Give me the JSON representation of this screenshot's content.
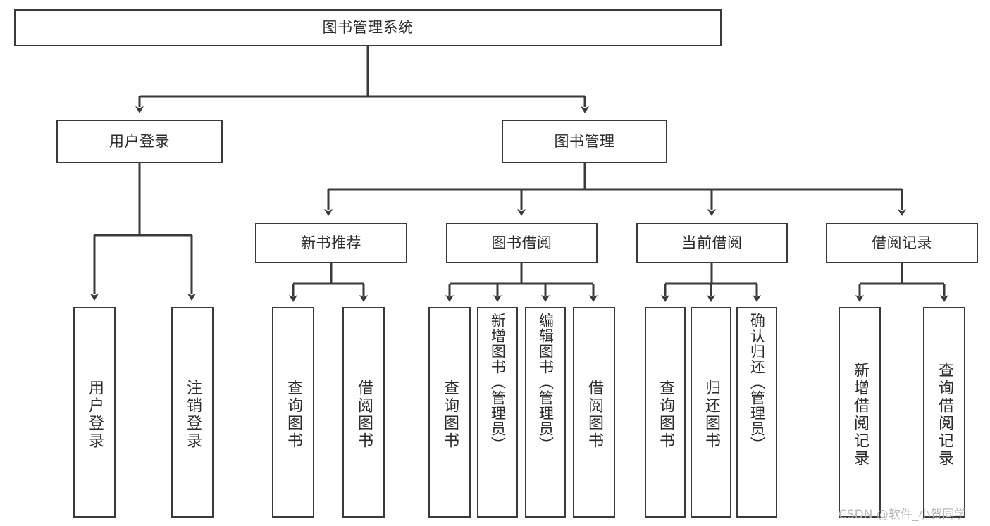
{
  "diagram": {
    "title": "图书管理系统",
    "watermark": "CSDN @软件_小贺同学",
    "stroke_color": "#3a3a3a",
    "text_color": "#2b2b2b",
    "background_color": "#ffffff",
    "root": {
      "label": "图书管理系统"
    },
    "level2": [
      {
        "label": "用户登录"
      },
      {
        "label": "图书管理"
      }
    ],
    "level3": [
      {
        "label": "新书推荐"
      },
      {
        "label": "图书借阅"
      },
      {
        "label": "当前借阅"
      },
      {
        "label": "借阅记录"
      }
    ],
    "leaves": {
      "user_login": [
        {
          "label": "用户登录"
        },
        {
          "label": "注销登录"
        }
      ],
      "new_book_recommend": [
        {
          "label": "查询图书"
        },
        {
          "label": "借阅图书"
        }
      ],
      "book_borrow": [
        {
          "label": "查询图书"
        },
        {
          "label": "新增图书（管理员）"
        },
        {
          "label": "编辑图书（管理员）"
        },
        {
          "label": "借阅图书"
        }
      ],
      "current_borrow": [
        {
          "label": "查询图书"
        },
        {
          "label": "归还图书"
        },
        {
          "label": "确认归还（管理员）"
        }
      ],
      "borrow_record": [
        {
          "label": "新增借阅记录"
        },
        {
          "label": "查询借阅记录"
        }
      ]
    }
  }
}
